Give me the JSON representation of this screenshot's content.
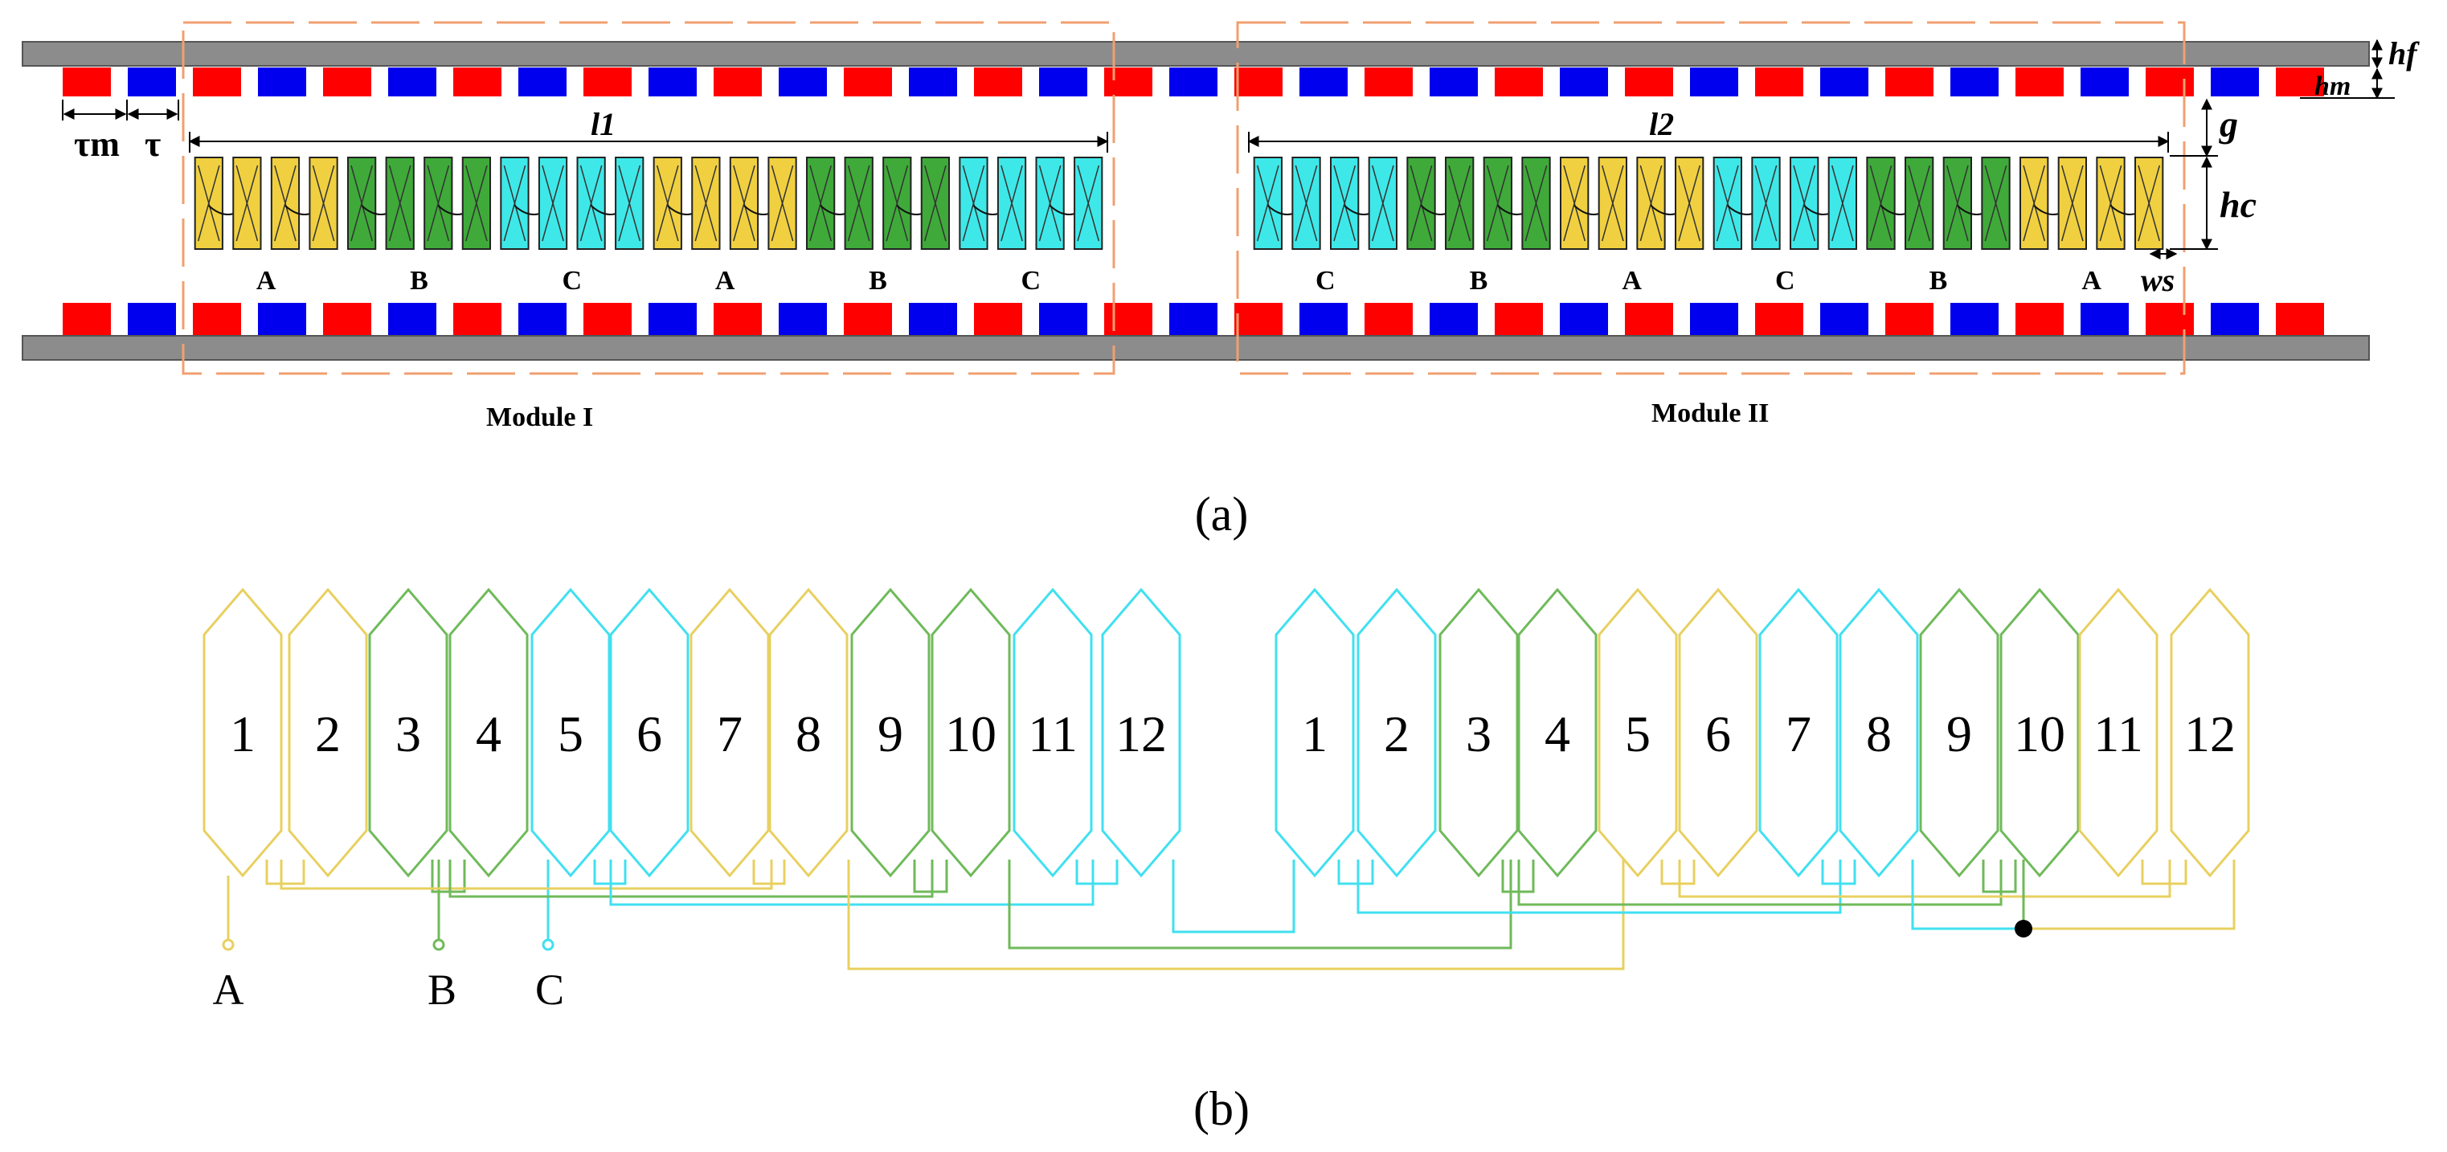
{
  "colors": {
    "back_iron": "#8c8c8c",
    "magnet_n": "#ff0000",
    "magnet_s": "#0000ee",
    "phase_A": "#f0d040",
    "phase_B": "#3faa3a",
    "phase_C": "#3fe8e8",
    "wire_A": "#e8d060",
    "wire_B": "#6fba5a",
    "wire_C": "#40e0f0",
    "module_box": "#f0a070"
  },
  "panel_a": {
    "caption": "(a)",
    "dims": {
      "tau_m": "τm",
      "tau": "τ",
      "l1": "l1",
      "l2": "l2",
      "hf": "hf",
      "hm": "hm",
      "g": "g",
      "hc": "hc",
      "ws": "ws"
    },
    "module_1": {
      "label": "Module I",
      "phase_sequence": [
        "A",
        "B",
        "C",
        "A",
        "B",
        "C"
      ]
    },
    "module_2": {
      "label": "Module II",
      "phase_sequence": [
        "C",
        "B",
        "A",
        "C",
        "B",
        "A"
      ]
    },
    "coils_per_group": 4
  },
  "panel_b": {
    "caption": "(b)",
    "group_1": {
      "coil_numbers": [
        "1",
        "2",
        "3",
        "4",
        "5",
        "6",
        "7",
        "8",
        "9",
        "10",
        "11",
        "12"
      ],
      "phases": [
        "A",
        "A",
        "B",
        "B",
        "C",
        "C",
        "A",
        "A",
        "B",
        "B",
        "C",
        "C"
      ]
    },
    "group_2": {
      "coil_numbers": [
        "1",
        "2",
        "3",
        "4",
        "5",
        "6",
        "7",
        "8",
        "9",
        "10",
        "11",
        "12"
      ],
      "phases": [
        "C",
        "C",
        "B",
        "B",
        "A",
        "A",
        "C",
        "C",
        "B",
        "B",
        "A",
        "A"
      ]
    },
    "terminals": [
      "A",
      "B",
      "C"
    ]
  }
}
